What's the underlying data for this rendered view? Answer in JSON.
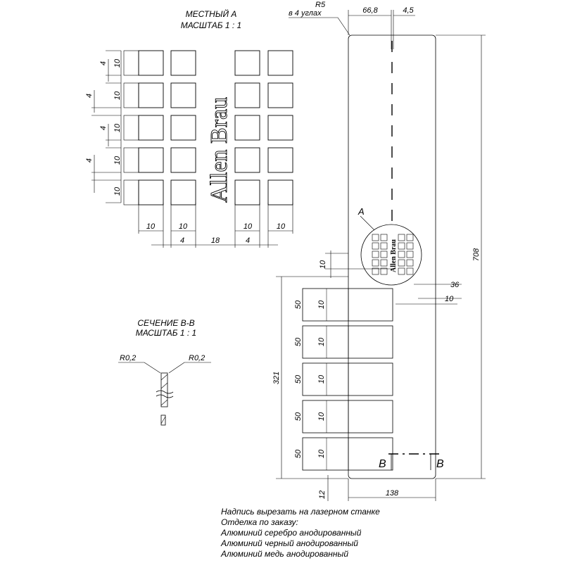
{
  "detailA": {
    "title": "МЕСТНЫЙ А",
    "scale": "МАСШТАБ 1 : 1",
    "brand": "Allen Brau",
    "dimH_10": "10",
    "dimH_4": "4",
    "dimH_18": "18",
    "dimV_4": "4",
    "dimV_10": "10"
  },
  "sectionBB": {
    "title": "СЕЧЕНИЕ В-В",
    "scale": "МАСШТАБ 1 : 1",
    "radiusLeft": "R0,2",
    "radiusRight": "R0,2"
  },
  "main": {
    "cornerRadius": "R5",
    "cornerNote": "в 4 углах",
    "dimTop1": "66,8",
    "dimTop2": "4,5",
    "dimHeight": "708",
    "dimSlots": "321",
    "dimSlot50": "50",
    "dimSlot10": "10",
    "dimTopGap": "10",
    "dimBottom": "12",
    "dimWidth": "138",
    "dim36": "36",
    "dim10r": "10",
    "calloutA": "A",
    "sectionMarkL": "B",
    "sectionMarkR": "B"
  },
  "notes": [
    "Надпись вырезать на лазерном станке",
    "Отделка по заказу:",
    "Алюминий серебро анодированный",
    "Алюминий черный анодированный",
    "Алюминий медь анодированный"
  ]
}
